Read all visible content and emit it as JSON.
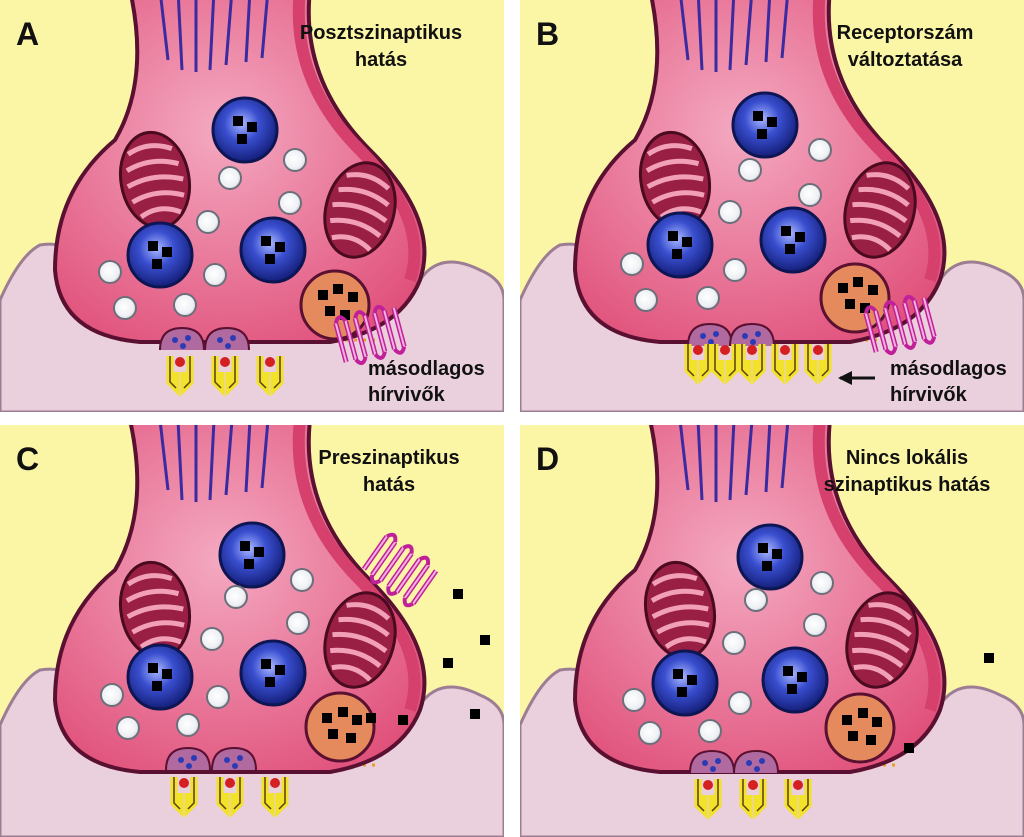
{
  "panels": [
    {
      "letter": "A",
      "title_line1": "Posztszinaptikus",
      "title_line2": "hatás",
      "note_line1": "másodlagos",
      "note_line2": "hírvivők"
    },
    {
      "letter": "B",
      "title_line1": "Receptorszám",
      "title_line2": "változtatása",
      "note_line1": "másodlagos",
      "note_line2": "hírvivők"
    },
    {
      "letter": "C",
      "title_line1": "Preszinaptikus",
      "title_line2": "hatás"
    },
    {
      "letter": "D",
      "title_line1": "Nincs lokális",
      "title_line2": "szinaptikus hatás"
    }
  ],
  "colors": {
    "background": "#fbf5a6",
    "terminal": "#e5527c",
    "postsynaptic": "#ead0dc",
    "vesicle_large": "#2a3bb5",
    "mitochondrion": "#9a1f45",
    "receptor": "#f2e22a"
  }
}
